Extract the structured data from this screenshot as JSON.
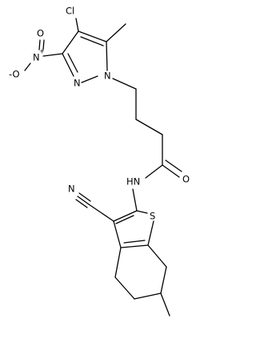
{
  "molecule": {
    "atoms": {
      "cl": "Cl",
      "n_nitro": "N",
      "o_nitro_minus": "-O",
      "o_nitro_double": "O",
      "n_pyrazole_2": "N",
      "n_pyrazole_1": "N",
      "o_carbonyl": "O",
      "nh": "HN",
      "nitrile_n": "N",
      "s": "S"
    },
    "superscripts": {
      "n_nitro_charge": "+"
    }
  },
  "colors": {
    "bond": "#000000",
    "label": "#000000",
    "background": "#ffffff"
  }
}
